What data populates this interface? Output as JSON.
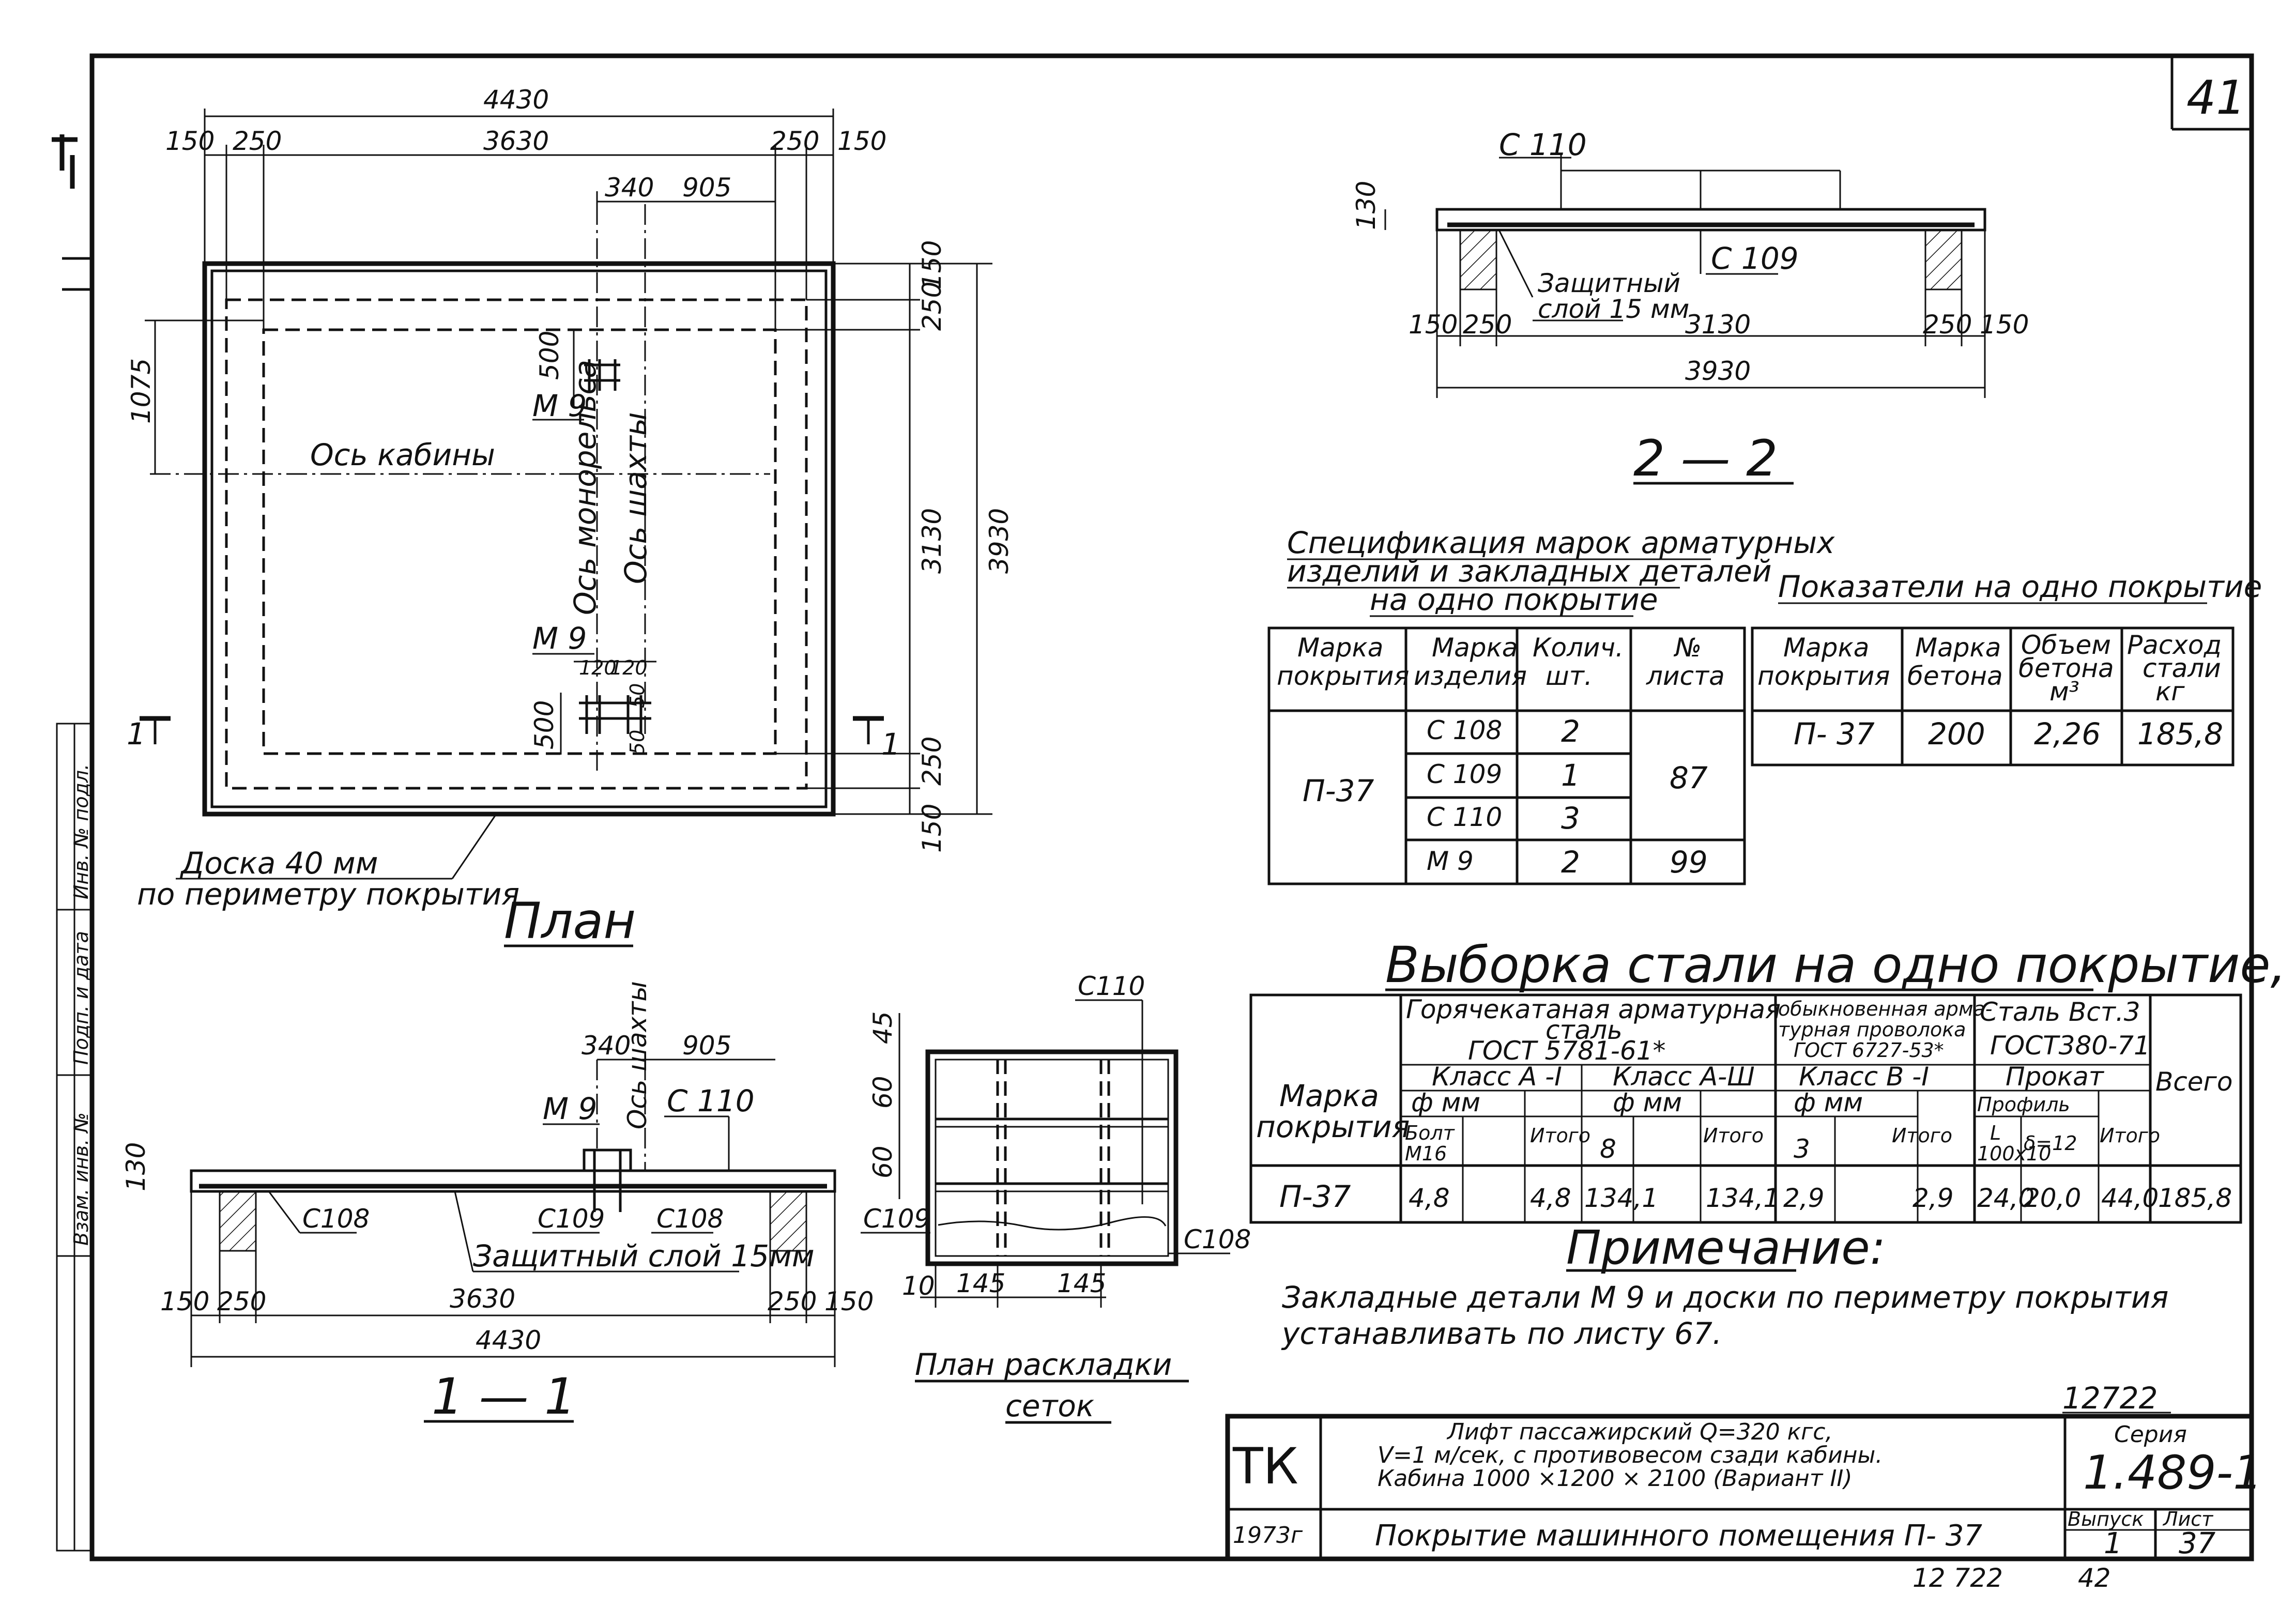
{
  "sheet": {
    "number": "41"
  },
  "plan": {
    "dims": {
      "overall": "4430",
      "left_edge": "150",
      "left_band": "250",
      "inner": "3630",
      "right_band": "250",
      "right_edge": "150",
      "mono_offset": "340",
      "shaft_offset": "905",
      "v_top": "150",
      "v_band_top": "250",
      "v_inner": "3130",
      "v_overall": "3930",
      "v_band_bot": "250",
      "v_bot": "150",
      "cabin_offset": "1075",
      "emb_top": "500",
      "emb_bot": "500",
      "emb_spacing_a": "120",
      "emb_spacing_b": "120",
      "emb_small_a": "50",
      "emb_small_b": "50"
    },
    "labels": {
      "cabin_axis": "Ось кабины",
      "monorail_axis": "Ось монорельса",
      "shaft_axis": "Ось шахты",
      "emb_top": "М 9",
      "emb_bot": "М 9",
      "cut_left": "1",
      "cut_right": "1",
      "board_line1": "Доска  40 мм",
      "board_line2": "по периметру покрытия"
    },
    "title": "План"
  },
  "section22": {
    "labels": {
      "c110": "С 110",
      "c109": "С 109",
      "protect1": "Защитный",
      "protect2": "слой 15 мм"
    },
    "dims": {
      "h": "130",
      "l150": "150",
      "l250": "250",
      "mid": "3130",
      "r250": "250",
      "r150": "150",
      "overall": "3930"
    },
    "title": "2 — 2"
  },
  "section11": {
    "labels": {
      "m9": "М 9",
      "shaft_axis": "Ось шахты",
      "c110": "С 110",
      "c108a": "С108",
      "c109": "С109",
      "c108b": "С108",
      "protect": "Защитный слой 15мм"
    },
    "dims": {
      "h": "130",
      "o340": "340",
      "o905": "905",
      "l150": "150",
      "l250": "250",
      "mid": "3630",
      "r250": "250",
      "r150": "150",
      "overall": "4430"
    },
    "title": "1 — 1"
  },
  "mesh": {
    "labels": {
      "c110": "С110",
      "c109": "С109",
      "c108": "С108"
    },
    "dims": {
      "d45": "45",
      "d60a": "60",
      "d60b": "60",
      "d10": "10",
      "d145a": "145",
      "d145b": "145"
    },
    "title1": "План раскладки",
    "title2": "сеток"
  },
  "spec_table": {
    "title": [
      "Спецификация марок арматурных",
      "изделий и закладных деталей",
      "на одно покрытие"
    ],
    "headers": [
      "Марка покрытия",
      "Марка изделия",
      "Колич. шт.",
      "№ листа"
    ],
    "header_lines": [
      [
        "Марка",
        "покрытия"
      ],
      [
        "Марка",
        "изделия"
      ],
      [
        "Колич.",
        "шт."
      ],
      [
        "№",
        "листа"
      ]
    ],
    "mark": "П-37",
    "rows": [
      {
        "item": "С 108",
        "qty": "2"
      },
      {
        "item": "С 109",
        "qty": "1"
      },
      {
        "item": "С 110",
        "qty": "3"
      },
      {
        "item": "М  9",
        "qty": "2"
      }
    ],
    "sheet_a": "87",
    "sheet_b": "99"
  },
  "indicators_table": {
    "title": "Показатели на одно покрытие",
    "header_lines": [
      [
        "Марка",
        "покрытия"
      ],
      [
        "Марка",
        "бетона"
      ],
      [
        "Объем",
        "бетона",
        "м³"
      ],
      [
        "Расход",
        "стали",
        "кг"
      ]
    ],
    "row": [
      "П- 37",
      "200",
      "2,26",
      "185,8"
    ]
  },
  "steel_table": {
    "title": "Выборка стали на одно покрытие, кг",
    "mark_header": [
      "Марка",
      "покрытия"
    ],
    "group1": [
      "Горячекатаная  арматурная",
      "сталь",
      "ГОСТ 5781-61*"
    ],
    "group2": [
      "обыкновенная арма-",
      "турная проволока",
      "ГОСТ 6727-53*"
    ],
    "group3": [
      "Сталь Вст.3",
      "ГОСТ380-71"
    ],
    "class_a1": "Класс А -I",
    "class_a3": "Класс А-Ш",
    "class_b1": "Класс В -I",
    "rolled": "Прокат",
    "phi": "ф мм",
    "profile": "Профиль",
    "bolt": [
      "Болт",
      "М16"
    ],
    "d8": "8",
    "d3": "3",
    "angle": [
      "L",
      "100x10"
    ],
    "plate": "δ=12",
    "total": "Итого",
    "all": "Всего",
    "row": [
      "П-37",
      "4,8",
      "4,8",
      "134,1",
      "134,1",
      "2,9",
      "2,9",
      "24,0",
      "20,0",
      "44,0",
      "185,8"
    ]
  },
  "note": {
    "title": "Примечание:",
    "line1": "Закладные детали М 9 и доски по периметру покрытия",
    "line2": "устанавливать по листу 67."
  },
  "title_block": {
    "code_above": "12722",
    "org": "ТК",
    "year": "1973г",
    "desc1": "Лифт  пассажирский  Q=320 кгс,",
    "desc2": "V=1 м/сек, с противовесом сзади кабины.",
    "desc3": "Кабина  1000 ×1200 × 2100   (Вариант II)",
    "title": "Покрытие машинного помещения П- 37",
    "series_label": "Серия",
    "series": "1.489-1",
    "issue_label": "Выпуск",
    "issue": "1",
    "sheet_label": "Лист",
    "sheet": "37",
    "bottom_code": "12 722",
    "bottom_num": "42"
  },
  "side_stamp": [
    "Инв. № подл.",
    "Подп. и дата",
    "Взам. инв. №"
  ]
}
